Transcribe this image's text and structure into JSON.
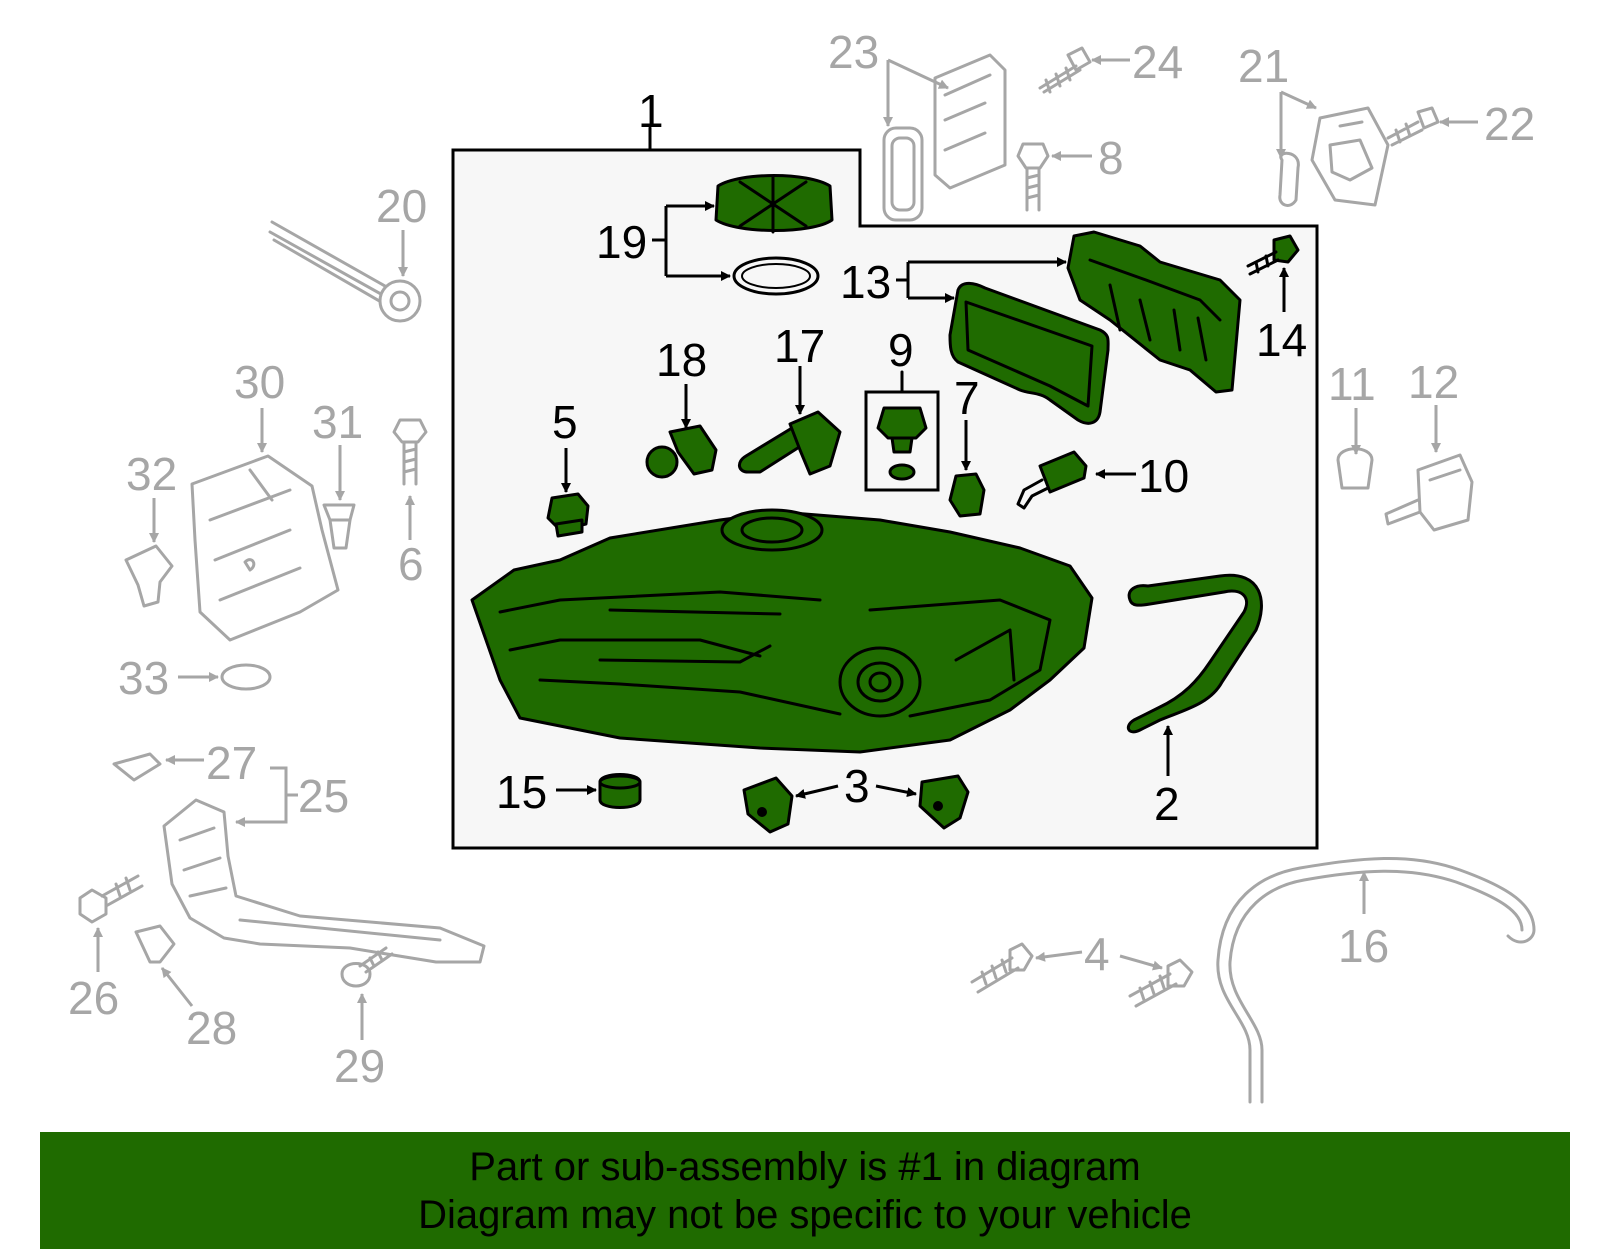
{
  "colors": {
    "highlight": "#1f6b00",
    "reference_part": "#a6a6a6",
    "assembly_box_fill": "#f7f7f7",
    "footer_bg": "#1f6b00"
  },
  "callouts": {
    "c1": "1",
    "c2": "2",
    "c3": "3",
    "c4": "4",
    "c5": "5",
    "c6": "6",
    "c7": "7",
    "c8": "8",
    "c9": "9",
    "c10": "10",
    "c11": "11",
    "c12": "12",
    "c13": "13",
    "c14": "14",
    "c15": "15",
    "c16": "16",
    "c17": "17",
    "c18": "18",
    "c19": "19",
    "c20": "20",
    "c21": "21",
    "c22": "22",
    "c23": "23",
    "c24": "24",
    "c25": "25",
    "c26": "26",
    "c27": "27",
    "c28": "28",
    "c29": "29",
    "c30": "30",
    "c31": "31",
    "c32": "32",
    "c33": "33"
  },
  "footer": {
    "line1": "Part or sub-assembly is #1 in diagram",
    "line2": "Diagram may not be specific to your vehicle"
  }
}
